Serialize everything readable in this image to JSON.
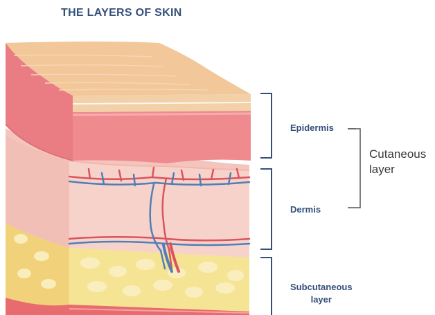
{
  "title": "THE LAYERS OF SKIN",
  "labels": {
    "epidermis": "Epidermis",
    "dermis": "Dermis",
    "subcutaneous_line1": "Subcutaneous",
    "subcutaneous_line2": "layer",
    "cutaneous_line1": "Cutaneous",
    "cutaneous_line2": "layer"
  },
  "colors": {
    "title": "#34507a",
    "bracket": "#34507a",
    "epidermis_top": "#f2c79a",
    "epidermis_front": "#ef8a8f",
    "dermis": "#f7d2ca",
    "subcutaneous": "#f6e495",
    "artery": "#d9545c",
    "vein": "#4f7fb8"
  }
}
